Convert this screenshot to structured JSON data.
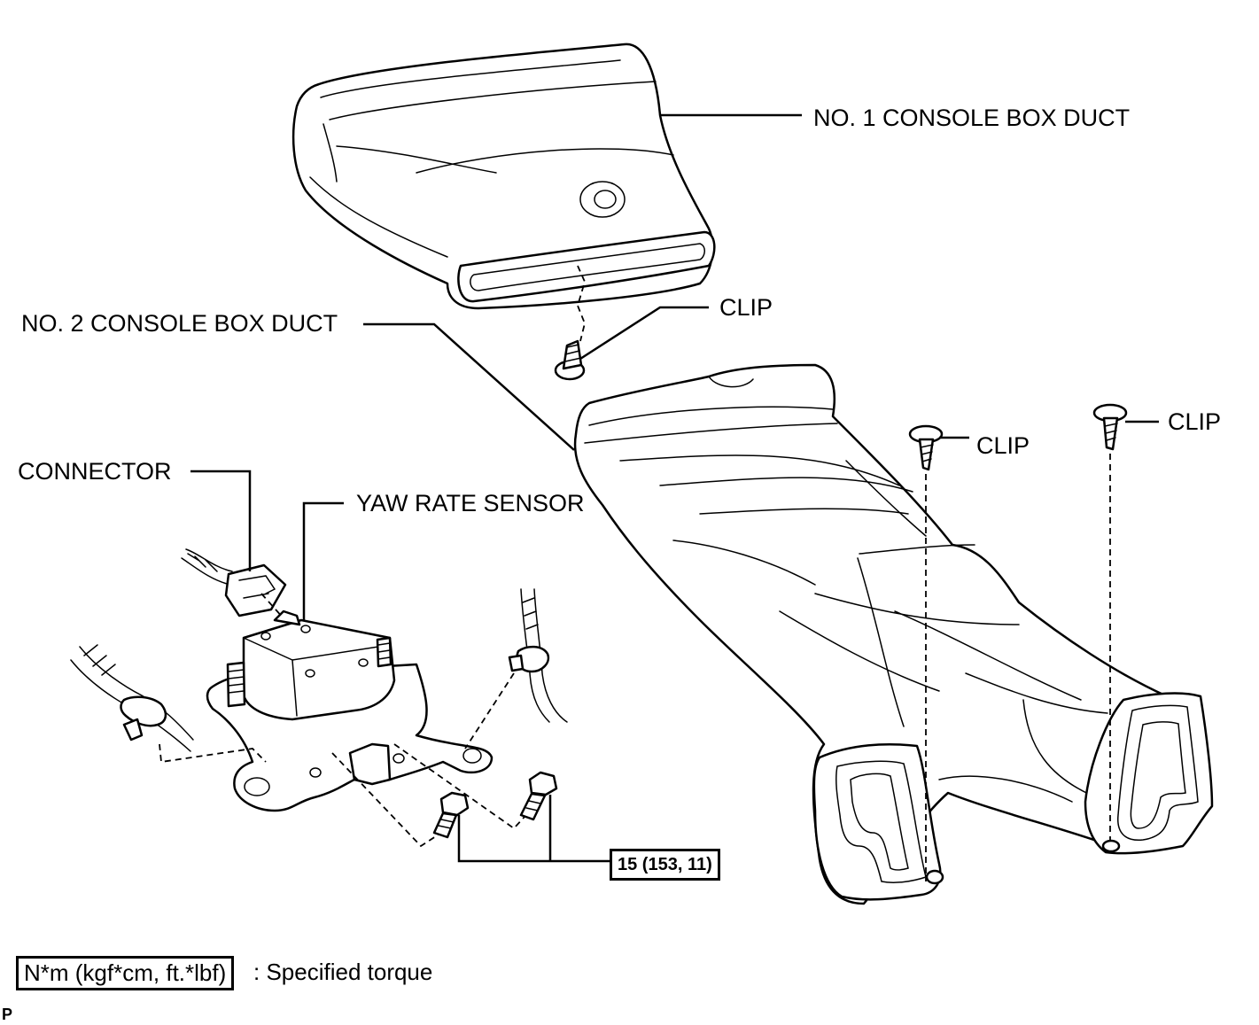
{
  "labels": {
    "console_duct_1": "NO. 1 CONSOLE BOX DUCT",
    "console_duct_2": "NO. 2 CONSOLE BOX DUCT",
    "clip_1": "CLIP",
    "clip_2": "CLIP",
    "clip_3": "CLIP",
    "connector": "CONNECTOR",
    "yaw_rate_sensor": "YAW RATE SENSOR"
  },
  "torque": {
    "value": "15 (153, 11)"
  },
  "legend": {
    "unit": "N*m (kgf*cm, ft.*lbf)",
    "description": ": Specified torque"
  },
  "corner_mark": "P"
}
